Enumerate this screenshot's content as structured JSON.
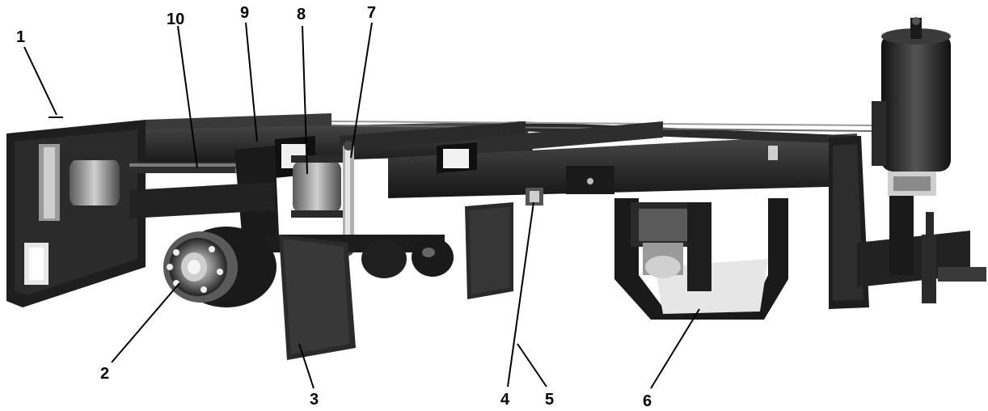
{
  "callouts": [
    {
      "id": "1",
      "label": "1"
    },
    {
      "id": "2",
      "label": "2"
    },
    {
      "id": "3",
      "label": "3"
    },
    {
      "id": "4",
      "label": "4"
    },
    {
      "id": "5",
      "label": "5"
    },
    {
      "id": "6",
      "label": "6"
    },
    {
      "id": "7",
      "label": "7"
    },
    {
      "id": "8",
      "label": "8"
    },
    {
      "id": "9",
      "label": "9"
    },
    {
      "id": "10",
      "label": "10"
    }
  ],
  "colors": {
    "background": "#ffffff",
    "steel_dark": "#1c1c1c",
    "steel_mid": "#3a3a3a",
    "steel_light": "#8a8a8a",
    "highlight": "#d8d8d8"
  }
}
